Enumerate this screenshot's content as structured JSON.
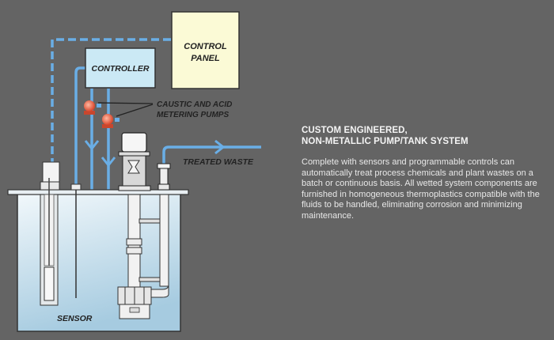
{
  "diagram": {
    "labels": {
      "control_panel_line1": "CONTROL",
      "control_panel_line2": "PANEL",
      "controller": "CONTROLLER",
      "pumps_line1": "CAUSTIC AND ACID",
      "pumps_line2": "METERING PUMPS",
      "treated_waste": "TREATED WASTE",
      "sensor": "SENSOR"
    },
    "colors": {
      "background": "#646464",
      "pipe": "#6aaee6",
      "control_panel": "#fbfad6",
      "controller": "#cbe9f5",
      "pump": "#e8664a",
      "tank_fill_top": "#eef5fa",
      "tank_fill_bottom": "#a9cde2"
    }
  },
  "description": {
    "title_line1": "CUSTOM ENGINEERED,",
    "title_line2": "NON-METALLIC PUMP/TANK SYSTEM",
    "body": "Complete with sensors and programmable controls can automatically treat process chemicals and plant wastes on a batch or continuous basis. All wetted system components are furnished in homogeneous thermoplastics compatible with the fluids to be handled, eliminating corrosion and minimizing maintenance."
  }
}
